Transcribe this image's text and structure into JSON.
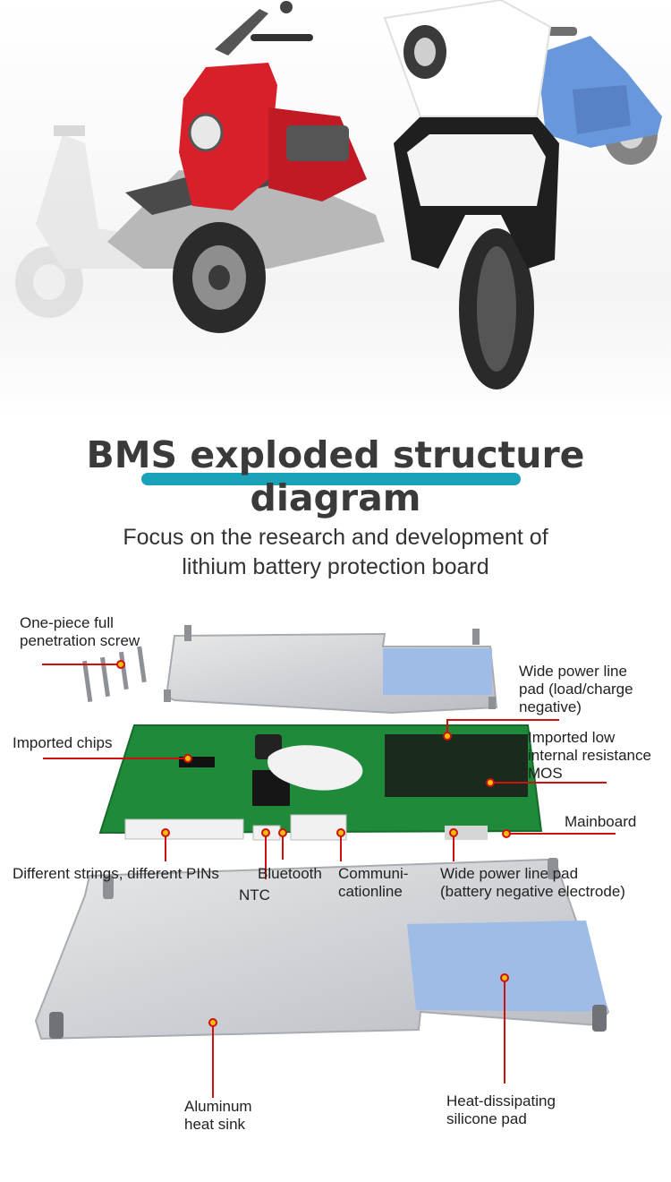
{
  "title": "BMS exploded structure diagram",
  "subtitle_line1": "Focus on the research and development of",
  "subtitle_line2": "lithium battery protection board",
  "colors": {
    "accent_underline": "#1aa3b8",
    "callout_line": "#d01010",
    "callout_dot": "#f0c000",
    "scooter_red": "#d8202a",
    "scooter_blue": "#4f86d6",
    "pcb_green": "#1f8a3a",
    "silicone_pad": "#9fbce6"
  },
  "labels": {
    "screw_1": "One-piece full",
    "screw_2": "penetration screw",
    "wide_pad_load_1": "Wide power line",
    "wide_pad_load_2": "pad (load/charge",
    "wide_pad_load_3": "negative)",
    "imported_chips": "Imported chips",
    "mos_1": "Imported low",
    "mos_2": "internal resistance",
    "mos_3": "MOS",
    "mainboard": "Mainboard",
    "strings_pins": "Different strings, different PINs",
    "bluetooth": "Bluetooth",
    "ntc": "NTC",
    "comm_1": "Communi-",
    "comm_2": "cationline",
    "wide_pad_battery_1": "Wide power line pad",
    "wide_pad_battery_2": "(battery negative electrode)",
    "aluminum_1": "Aluminum",
    "aluminum_2": "heat sink",
    "silicone_1": "Heat-dissipating",
    "silicone_2": "silicone pad"
  }
}
